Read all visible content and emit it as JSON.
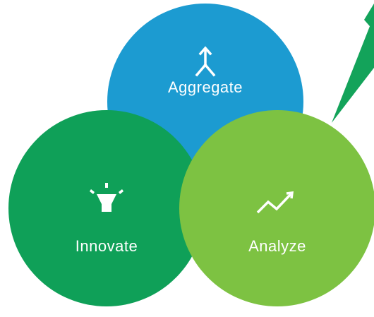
{
  "circles": {
    "aggregate": {
      "label": "Aggregate",
      "color": "#1C9BD1",
      "icon": "merge-arrow-icon"
    },
    "innovate": {
      "label": "Innovate",
      "color": "#0FA058",
      "icon": "flashlight-icon"
    },
    "analyze": {
      "label": "Analyze",
      "color": "#7DC242",
      "icon": "trend-line-icon"
    }
  },
  "arrow": {
    "color": "#13A35A",
    "icon": "upward-arrow-icon"
  }
}
